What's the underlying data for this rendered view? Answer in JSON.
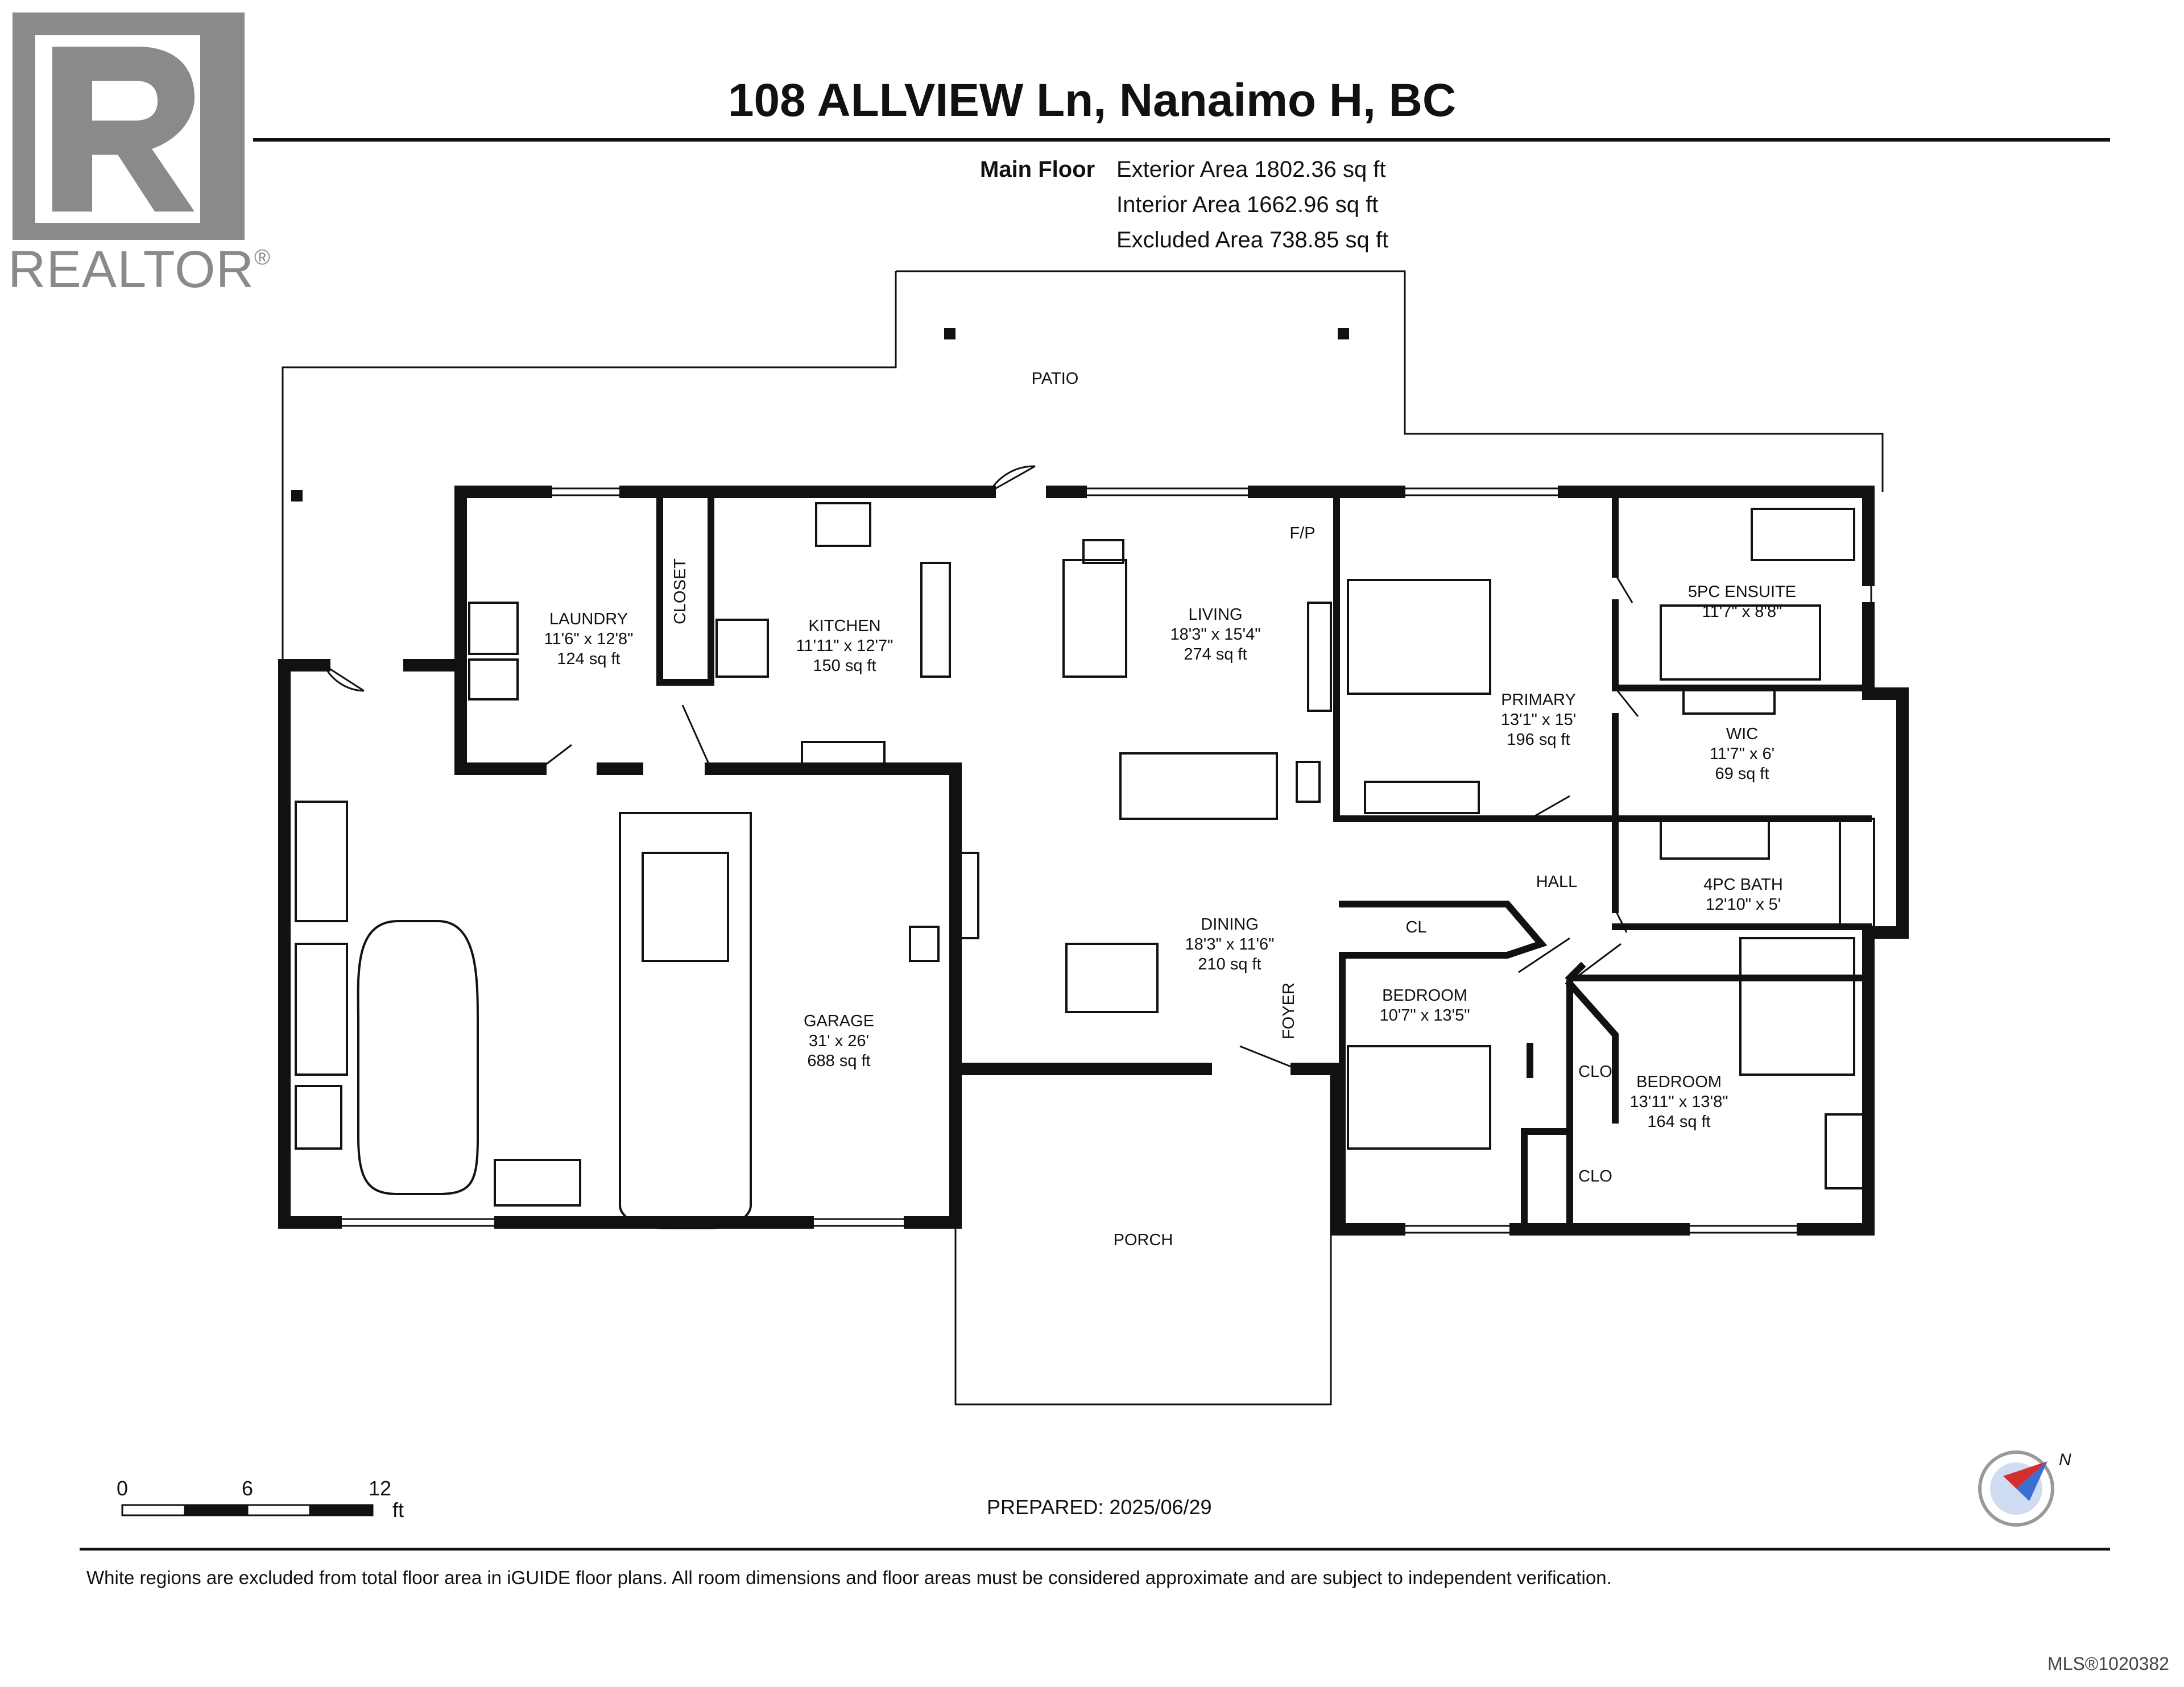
{
  "brand": {
    "name": "REALTOR",
    "mark": "®",
    "logo_letter": "R"
  },
  "header": {
    "title": "108 ALLVIEW Ln, Nanaimo H, BC",
    "floor_label": "Main Floor",
    "exterior_area": "Exterior Area 1802.36 sq ft",
    "interior_area": "Interior Area 1662.96 sq ft",
    "excluded_area": "Excluded Area 738.85 sq ft"
  },
  "rooms": {
    "patio": {
      "name": "PATIO"
    },
    "porch": {
      "name": "PORCH"
    },
    "laundry": {
      "name": "LAUNDRY",
      "dims": "11'6\" x 12'8\"",
      "area": "124 sq ft"
    },
    "closet": {
      "name": "CLOSET"
    },
    "kitchen": {
      "name": "KITCHEN",
      "dims": "11'11\" x 12'7\"",
      "area": "150 sq ft"
    },
    "living": {
      "name": "LIVING",
      "dims": "18'3\" x 15'4\"",
      "area": "274 sq ft"
    },
    "fp": {
      "name": "F/P"
    },
    "primary": {
      "name": "PRIMARY",
      "dims": "13'1\" x 15'",
      "area": "196 sq ft"
    },
    "ensuite": {
      "name": "5PC ENSUITE",
      "dims": "11'7\" x 8'8\""
    },
    "wic": {
      "name": "WIC",
      "dims": "11'7\" x 6'",
      "area": "69 sq ft"
    },
    "hall": {
      "name": "HALL"
    },
    "bath4": {
      "name": "4PC BATH",
      "dims": "12'10\" x 5'"
    },
    "dining": {
      "name": "DINING",
      "dims": "18'3\" x 11'6\"",
      "area": "210 sq ft"
    },
    "foyer": {
      "name": "FOYER"
    },
    "cl": {
      "name": "CL"
    },
    "bedroom1": {
      "name": "BEDROOM",
      "dims": "10'7\" x 13'5\""
    },
    "bedroom2": {
      "name": "BEDROOM",
      "dims": "13'11\" x 13'8\"",
      "area": "164 sq ft"
    },
    "clo1": {
      "name": "CLO"
    },
    "clo2": {
      "name": "CLO"
    },
    "garage": {
      "name": "GARAGE",
      "dims": "31' x 26'",
      "area": "688 sq ft"
    }
  },
  "scale_bar": {
    "ticks": [
      "0",
      "6",
      "12"
    ],
    "unit": "ft"
  },
  "compass": {
    "label": "N"
  },
  "prepared": "PREPARED: 2025/06/29",
  "footnote": "White regions are excluded from total floor area in iGUIDE floor plans. All room dimensions and floor areas must be considered approximate and are subject to independent verification.",
  "mls": "MLS®1020382",
  "colors": {
    "wall": "#111111",
    "logo_gray": "#8a8a8a",
    "compass_red": "#d32f2f",
    "compass_blue": "#3b6fd1"
  }
}
